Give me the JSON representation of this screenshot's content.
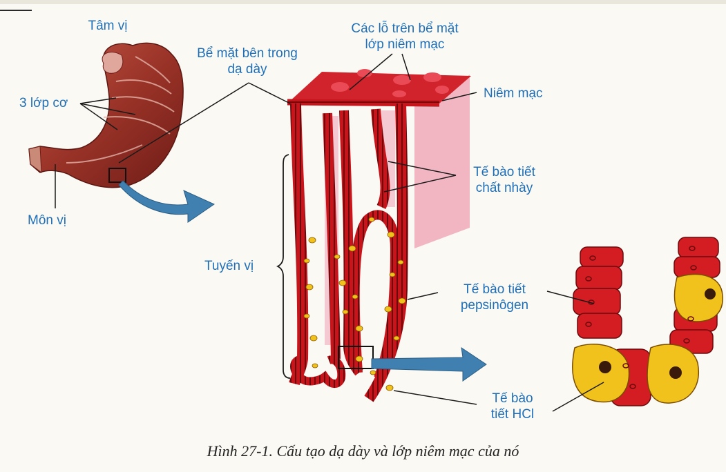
{
  "labels": {
    "tam_vi": "Tâm vị",
    "ba_lop_co": "3 lớp cơ",
    "mon_vi": "Môn vị",
    "be_mat_ben_trong": [
      "Bể mặt bên trong",
      "dạ dày"
    ],
    "cac_lo": [
      "Các lỗ trên bể mặt",
      "lớp niêm mạc"
    ],
    "niem_mac": "Niêm mạc",
    "te_bao_chat_nhay": [
      "Tế bào tiết",
      "chất nhày"
    ],
    "tuyen_vi": "Tuyến vị",
    "te_bao_pepsinogen": [
      "Tế bào tiết",
      "pepsinôgen"
    ],
    "te_bao_hcl": [
      "Tế bào",
      "tiết HCl"
    ]
  },
  "caption": "Hình 27-1. Cấu tạo dạ dày và lớp niêm mạc của nó",
  "colors": {
    "label_text": "#1f6fb8",
    "tissue_red": "#c8141b",
    "tissue_dark": "#7a0c0f",
    "mucosa_pink": "#f2b6c2",
    "cell_yellow": "#f2c21c",
    "arrow_blue": "#3f80b0",
    "stomach_brown": "#9a3328"
  }
}
